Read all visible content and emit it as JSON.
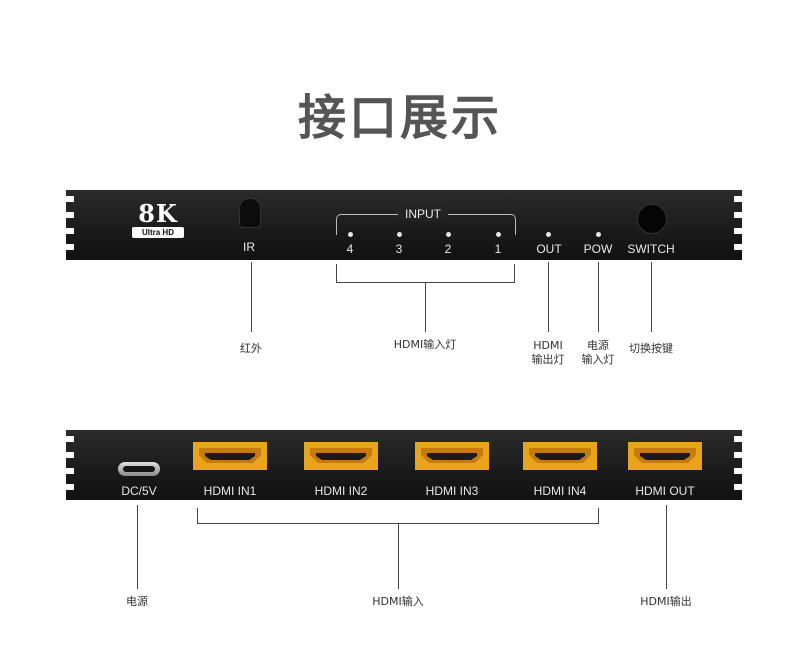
{
  "title": "接口展示",
  "front_panel": {
    "logo_main": "8K",
    "logo_badge": "Ultra HD",
    "ir_label": "IR",
    "input_group_label": "INPUT",
    "input_numbers": [
      "4",
      "3",
      "2",
      "1"
    ],
    "out_label": "OUT",
    "pow_label": "POW",
    "switch_label": "SWITCH"
  },
  "front_callouts": {
    "ir": "红外",
    "hdmi_input_lights": "HDMI输入灯",
    "hdmi_output_light_line1": "HDMI",
    "hdmi_output_light_line2": "输出灯",
    "power_light_line1": "电源",
    "power_light_line2": "输入灯",
    "switch_button": "切换按键"
  },
  "rear_panel": {
    "dc_label": "DC/5V",
    "ports": [
      "HDMI IN1",
      "HDMI IN2",
      "HDMI IN3",
      "HDMI IN4",
      "HDMI OUT"
    ]
  },
  "rear_callouts": {
    "power": "电源",
    "hdmi_input": "HDMI输入",
    "hdmi_output": "HDMI输出"
  },
  "colors": {
    "panel": "#1e1e1e",
    "port_gold": "#e8a51c",
    "label": "#e8e8e8",
    "title": "#555555"
  }
}
